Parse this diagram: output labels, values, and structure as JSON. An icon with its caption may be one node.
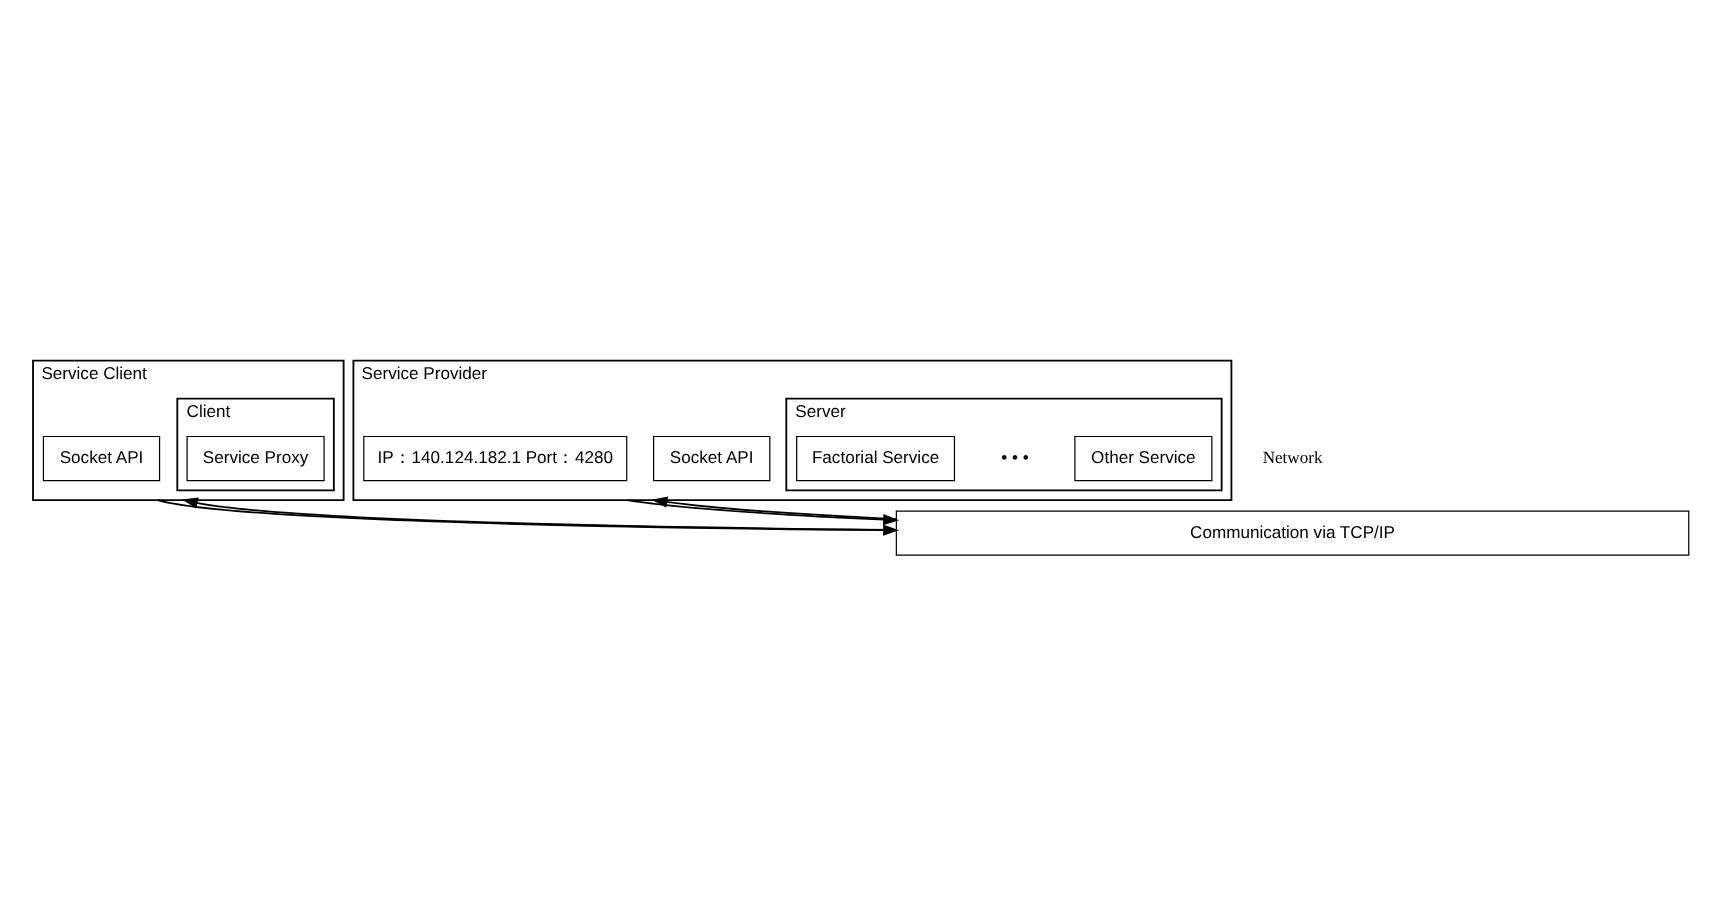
{
  "diagram": {
    "nodes": [
      {
        "text": [
          "Service Client"
        ]
      },
      {
        "text": [
          "Client"
        ],
        "in": 0
      },
      {
        "text": [
          "Service Proxy"
        ],
        "in": 1
      },
      {
        "text": [
          "Socket API"
        ],
        "in": 0
      },
      {
        "text": [
          "Service Provider"
        ]
      },
      {
        "text": [
          "Server"
        ],
        "in": 4
      },
      {
        "text": [
          "Factorial Service"
        ],
        "in": 5
      },
      {
        "text": [
          "Other Service"
        ],
        "in": 5
      },
      {
        "text": [
          "Socket API"
        ],
        "in": 4
      },
      {
        "text": [
          "IP：140.124.182.1 Port：4280"
        ],
        "in": 4
      },
      {
        "text": [
          "Communication via TCP/IP"
        ],
        "beside": [
          "Network"
        ]
      }
    ],
    "edges": [
      {
        "from": 0,
        "to": 10,
        "arrow": "to"
      },
      {
        "from": 10,
        "to": 0,
        "arrow": "to"
      },
      {
        "from": 4,
        "to": 10,
        "arrow": "to"
      },
      {
        "from": 10,
        "to": 4,
        "arrow": "to"
      }
    ],
    "labels": [
      "• • •"
    ]
  }
}
